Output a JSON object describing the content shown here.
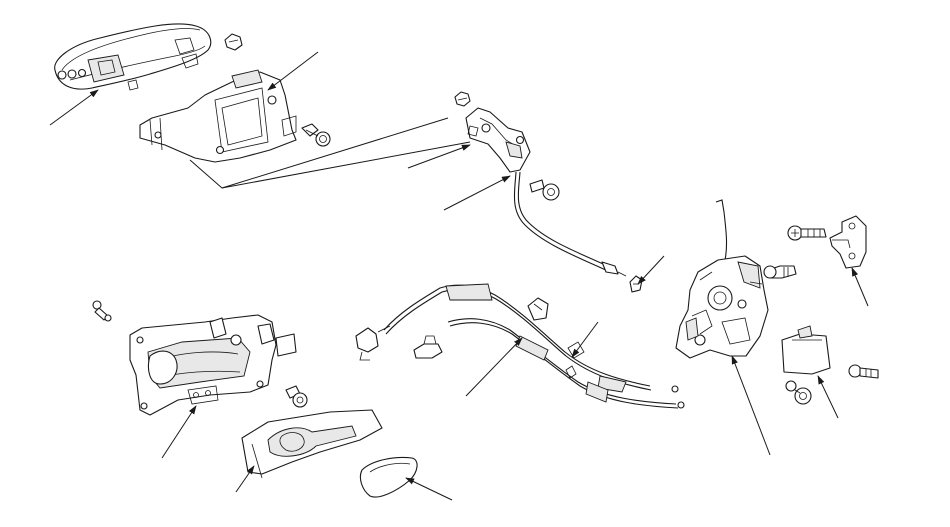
{
  "diagram": {
    "parts": [
      {
        "id": "outer-handle"
      },
      {
        "id": "handle-clip"
      },
      {
        "id": "outer-handle-bracket"
      },
      {
        "id": "bracket-bolt"
      },
      {
        "id": "latch-rod-bracket"
      },
      {
        "id": "bracket-nut"
      },
      {
        "id": "outer-cable"
      },
      {
        "id": "cable-clip"
      },
      {
        "id": "door-latch"
      },
      {
        "id": "latch-rod"
      },
      {
        "id": "latch-screw"
      },
      {
        "id": "striker"
      },
      {
        "id": "striker-screw"
      },
      {
        "id": "latch-cover"
      },
      {
        "id": "cover-bolt"
      },
      {
        "id": "inner-handle"
      },
      {
        "id": "inner-handle-bolt"
      },
      {
        "id": "inner-handle-screw"
      },
      {
        "id": "inner-handle-bezel"
      },
      {
        "id": "bezel-cap"
      },
      {
        "id": "inner-cables"
      },
      {
        "id": "cable-holder-1"
      },
      {
        "id": "cable-holder-2"
      },
      {
        "id": "cable-holder-3"
      }
    ]
  }
}
